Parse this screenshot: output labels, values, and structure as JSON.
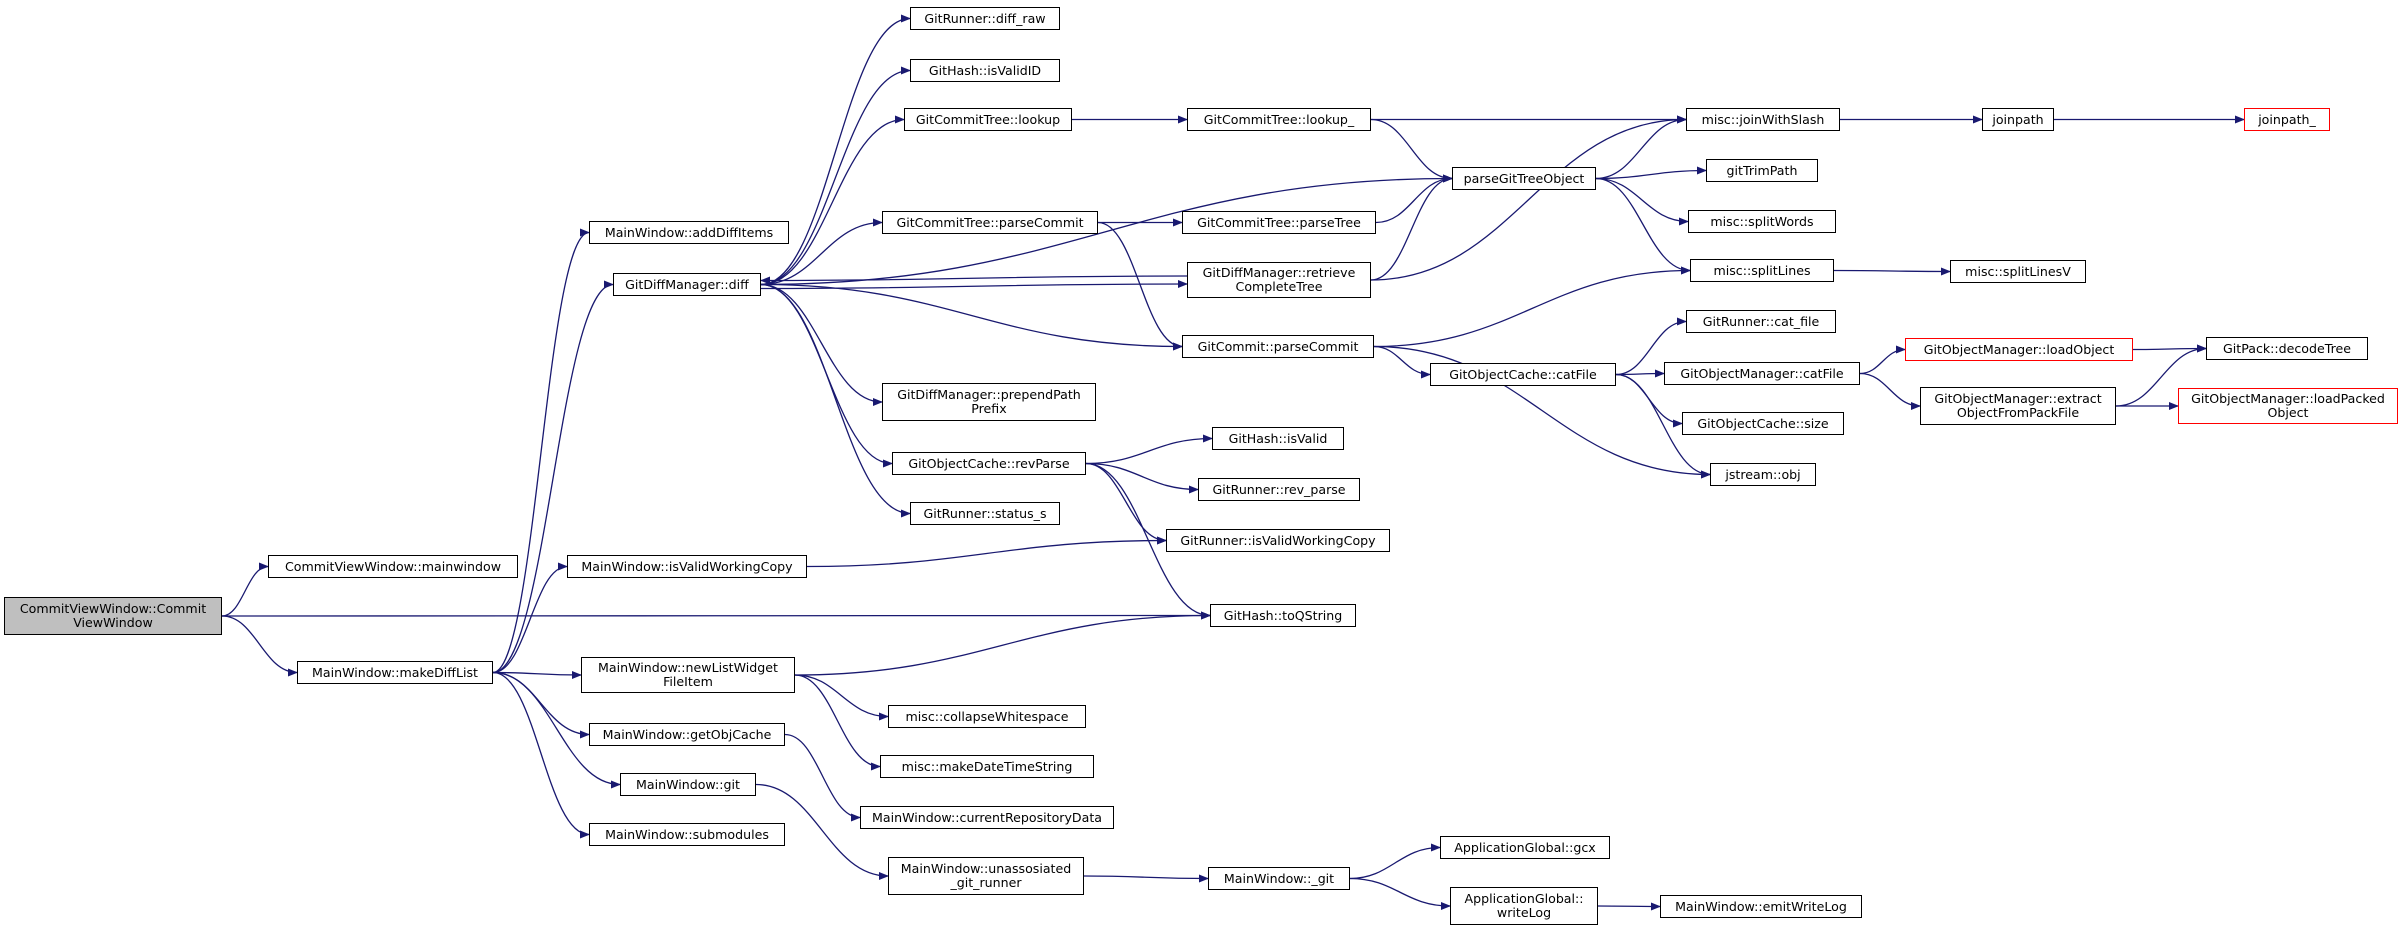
{
  "graph": {
    "edge_color": "#191970",
    "border_color": "#000000",
    "incomplete_border_color": "#ff0000",
    "current_fill": "#bfbfbf",
    "nodes": [
      {
        "id": "cvw",
        "label": "CommitViewWindow::Commit\nViewWindow",
        "current": true
      },
      {
        "id": "mainwindow",
        "label": "CommitViewWindow::mainwindow"
      },
      {
        "id": "makeDiffList",
        "label": "MainWindow::makeDiffList"
      },
      {
        "id": "addDiffItems",
        "label": "MainWindow::addDiffItems"
      },
      {
        "id": "gdmDiff",
        "label": "GitDiffManager::diff"
      },
      {
        "id": "isValidWC",
        "label": "MainWindow::isValidWorkingCopy"
      },
      {
        "id": "newListWidget",
        "label": "MainWindow::newListWidget\nFileItem"
      },
      {
        "id": "getObjCache",
        "label": "MainWindow::getObjCache"
      },
      {
        "id": "mwGit",
        "label": "MainWindow::git"
      },
      {
        "id": "submodules",
        "label": "MainWindow::submodules"
      },
      {
        "id": "diffRaw",
        "label": "GitRunner::diff_raw"
      },
      {
        "id": "isValidID",
        "label": "GitHash::isValidID"
      },
      {
        "id": "lookup",
        "label": "GitCommitTree::lookup"
      },
      {
        "id": "gctParseCommit",
        "label": "GitCommitTree::parseCommit"
      },
      {
        "id": "prependPath",
        "label": "GitDiffManager::prependPath\nPrefix"
      },
      {
        "id": "revParse",
        "label": "GitObjectCache::revParse"
      },
      {
        "id": "statusS",
        "label": "GitRunner::status_s"
      },
      {
        "id": "collapseWS",
        "label": "misc::collapseWhitespace"
      },
      {
        "id": "makeDate",
        "label": "misc::makeDateTimeString"
      },
      {
        "id": "currentRepo",
        "label": "MainWindow::currentRepositoryData"
      },
      {
        "id": "unassosiated",
        "label": "MainWindow::unassosiated\n_git_runner"
      },
      {
        "id": "lookupU",
        "label": "GitCommitTree::lookup_"
      },
      {
        "id": "parseTree",
        "label": "GitCommitTree::parseTree"
      },
      {
        "id": "retrieve",
        "label": "GitDiffManager::retrieve\nCompleteTree"
      },
      {
        "id": "gcParseCommit",
        "label": "GitCommit::parseCommit"
      },
      {
        "id": "isValid",
        "label": "GitHash::isValid"
      },
      {
        "id": "revParseRunner",
        "label": "GitRunner::rev_parse"
      },
      {
        "id": "grIsValidWC",
        "label": "GitRunner::isValidWorkingCopy"
      },
      {
        "id": "toQString",
        "label": "GitHash::toQString"
      },
      {
        "id": "mwUGit",
        "label": "MainWindow::_git"
      },
      {
        "id": "parseGitTree",
        "label": "parseGitTreeObject"
      },
      {
        "id": "catFileCache",
        "label": "GitObjectCache::catFile"
      },
      {
        "id": "gcx",
        "label": "ApplicationGlobal::gcx"
      },
      {
        "id": "writeLog",
        "label": "ApplicationGlobal::\nwriteLog"
      },
      {
        "id": "joinWithSlash",
        "label": "misc::joinWithSlash"
      },
      {
        "id": "gitTrimPath",
        "label": "gitTrimPath"
      },
      {
        "id": "splitWords",
        "label": "misc::splitWords"
      },
      {
        "id": "splitLines",
        "label": "misc::splitLines"
      },
      {
        "id": "catFileRunner",
        "label": "GitRunner::cat_file"
      },
      {
        "id": "gomCatFile",
        "label": "GitObjectManager::catFile"
      },
      {
        "id": "gocSize",
        "label": "GitObjectCache::size"
      },
      {
        "id": "jstreamObj",
        "label": "jstream::obj"
      },
      {
        "id": "emitWriteLog",
        "label": "MainWindow::emitWriteLog"
      },
      {
        "id": "joinpath",
        "label": "joinpath"
      },
      {
        "id": "splitLinesV",
        "label": "misc::splitLinesV"
      },
      {
        "id": "loadObject",
        "label": "GitObjectManager::loadObject",
        "incomplete": true
      },
      {
        "id": "extract",
        "label": "GitObjectManager::extract\nObjectFromPackFile"
      },
      {
        "id": "joinpathU",
        "label": "joinpath_",
        "incomplete": true
      },
      {
        "id": "decodeTree",
        "label": "GitPack::decodeTree"
      },
      {
        "id": "loadPacked",
        "label": "GitObjectManager::loadPacked\nObject",
        "incomplete": true
      }
    ],
    "edges": [
      [
        "cvw",
        "mainwindow"
      ],
      [
        "cvw",
        "makeDiffList"
      ],
      [
        "cvw",
        "toQString"
      ],
      [
        "makeDiffList",
        "addDiffItems"
      ],
      [
        "makeDiffList",
        "gdmDiff"
      ],
      [
        "makeDiffList",
        "isValidWC"
      ],
      [
        "makeDiffList",
        "newListWidget"
      ],
      [
        "makeDiffList",
        "getObjCache"
      ],
      [
        "makeDiffList",
        "mwGit"
      ],
      [
        "makeDiffList",
        "submodules"
      ],
      [
        "gdmDiff",
        "diffRaw"
      ],
      [
        "gdmDiff",
        "isValidID"
      ],
      [
        "gdmDiff",
        "lookup"
      ],
      [
        "gdmDiff",
        "gctParseCommit"
      ],
      [
        "gdmDiff",
        "prependPath"
      ],
      [
        "gdmDiff",
        "revParse"
      ],
      [
        "gdmDiff",
        "statusS"
      ],
      [
        "gdmDiff",
        "parseGitTree"
      ],
      [
        "gdmDiff",
        "retrieve"
      ],
      [
        "gdmDiff",
        "gcParseCommit"
      ],
      [
        "retrieve",
        "gdmDiff"
      ],
      [
        "retrieve",
        "parseGitTree"
      ],
      [
        "retrieve",
        "joinWithSlash"
      ],
      [
        "lookup",
        "lookupU"
      ],
      [
        "lookupU",
        "parseGitTree"
      ],
      [
        "lookupU",
        "joinWithSlash"
      ],
      [
        "gctParseCommit",
        "parseTree"
      ],
      [
        "gctParseCommit",
        "gcParseCommit"
      ],
      [
        "parseTree",
        "parseGitTree"
      ],
      [
        "gcParseCommit",
        "splitLines"
      ],
      [
        "gcParseCommit",
        "catFileCache"
      ],
      [
        "gcParseCommit",
        "jstreamObj"
      ],
      [
        "revParse",
        "isValid"
      ],
      [
        "revParse",
        "revParseRunner"
      ],
      [
        "revParse",
        "grIsValidWC"
      ],
      [
        "revParse",
        "toQString"
      ],
      [
        "isValidWC",
        "grIsValidWC"
      ],
      [
        "newListWidget",
        "toQString"
      ],
      [
        "newListWidget",
        "collapseWS"
      ],
      [
        "newListWidget",
        "makeDate"
      ],
      [
        "getObjCache",
        "currentRepo"
      ],
      [
        "mwGit",
        "unassosiated"
      ],
      [
        "unassosiated",
        "mwUGit"
      ],
      [
        "mwUGit",
        "gcx"
      ],
      [
        "mwUGit",
        "writeLog"
      ],
      [
        "writeLog",
        "emitWriteLog"
      ],
      [
        "parseGitTree",
        "joinWithSlash"
      ],
      [
        "parseGitTree",
        "gitTrimPath"
      ],
      [
        "parseGitTree",
        "splitWords"
      ],
      [
        "parseGitTree",
        "splitLines"
      ],
      [
        "joinWithSlash",
        "joinpath"
      ],
      [
        "joinpath",
        "joinpathU"
      ],
      [
        "splitLines",
        "splitLinesV"
      ],
      [
        "catFileCache",
        "catFileRunner"
      ],
      [
        "catFileCache",
        "gomCatFile"
      ],
      [
        "catFileCache",
        "gocSize"
      ],
      [
        "catFileCache",
        "jstreamObj"
      ],
      [
        "gomCatFile",
        "loadObject"
      ],
      [
        "gomCatFile",
        "extract"
      ],
      [
        "loadObject",
        "decodeTree"
      ],
      [
        "extract",
        "decodeTree"
      ],
      [
        "extract",
        "loadPacked"
      ]
    ]
  }
}
